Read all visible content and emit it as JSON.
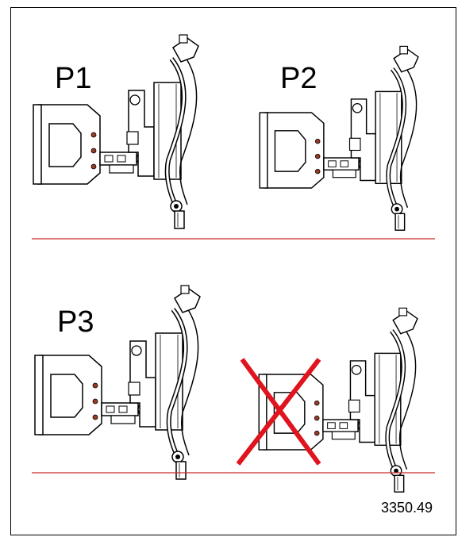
{
  "positions": [
    {
      "label": "P1",
      "valid": true
    },
    {
      "label": "P2",
      "valid": true
    },
    {
      "label": "P3",
      "valid": true
    },
    {
      "label": "",
      "valid": false
    }
  ],
  "reference_number": "3350.49",
  "colors": {
    "outline": "#000000",
    "ground_line": "#cc2a2a",
    "cross": "#e0141e",
    "bolt": "#9a3a22"
  },
  "icons": {
    "invalid_marker": "red-cross-icon"
  }
}
